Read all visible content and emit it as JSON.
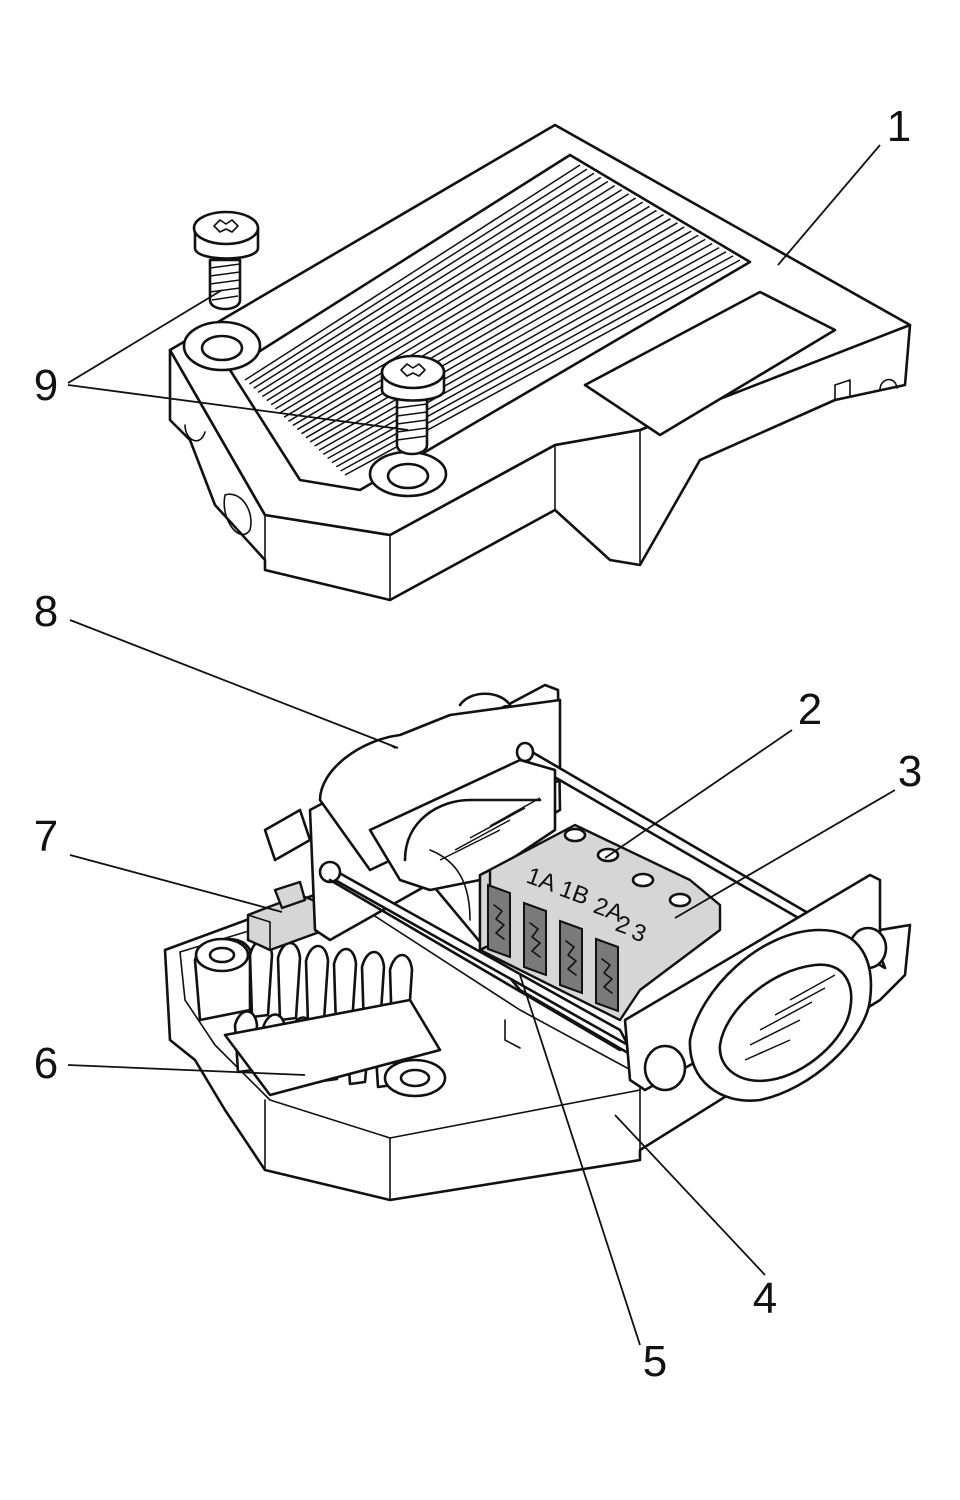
{
  "callouts": [
    {
      "id": "1",
      "label": "1"
    },
    {
      "id": "2",
      "label": "2"
    },
    {
      "id": "3",
      "label": "3"
    },
    {
      "id": "4",
      "label": "4"
    },
    {
      "id": "5",
      "label": "5"
    },
    {
      "id": "6",
      "label": "6"
    },
    {
      "id": "7",
      "label": "7"
    },
    {
      "id": "8",
      "label": "8"
    },
    {
      "id": "9",
      "label": "9"
    }
  ],
  "terminal_labels": [
    "1A",
    "1B",
    "2A",
    "2",
    "3"
  ]
}
